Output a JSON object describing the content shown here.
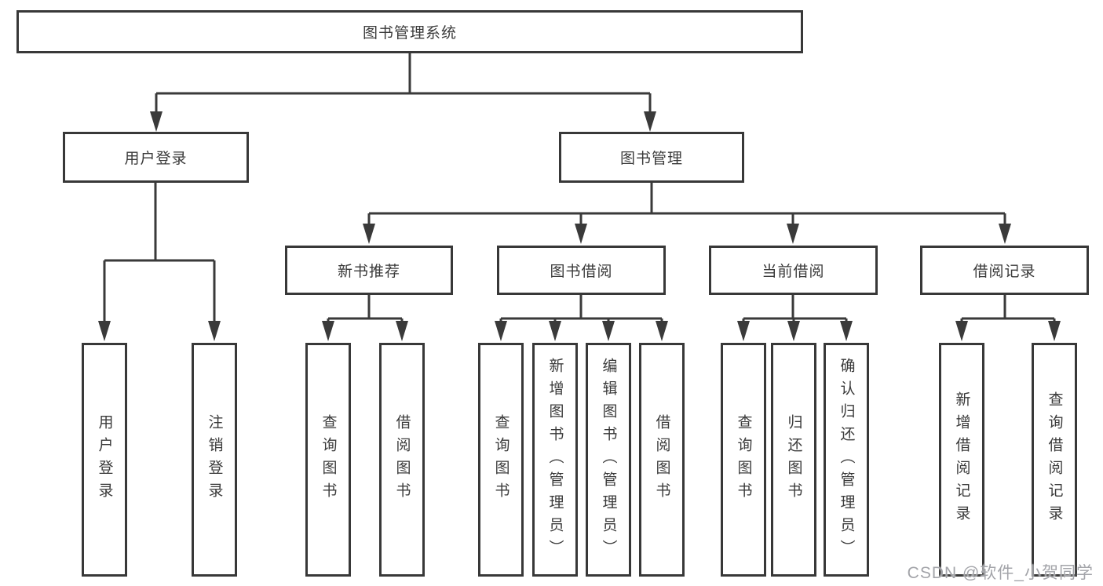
{
  "tree": {
    "root": {
      "label": "图书管理系统",
      "children": [
        {
          "label": "用户登录",
          "children": [
            {
              "label": "用户登录"
            },
            {
              "label": "注销登录"
            }
          ]
        },
        {
          "label": "图书管理",
          "children": [
            {
              "label": "新书推荐",
              "children": [
                {
                  "label": "查询图书"
                },
                {
                  "label": "借阅图书"
                }
              ]
            },
            {
              "label": "图书借阅",
              "children": [
                {
                  "label": "查询图书"
                },
                {
                  "label": "新增图书（管理员）"
                },
                {
                  "label": "编辑图书（管理员）"
                },
                {
                  "label": "借阅图书"
                }
              ]
            },
            {
              "label": "当前借阅",
              "children": [
                {
                  "label": "查询图书"
                },
                {
                  "label": "归还图书"
                },
                {
                  "label": "确认归还（管理员）"
                }
              ]
            },
            {
              "label": "借阅记录",
              "children": [
                {
                  "label": "新增借阅记录"
                },
                {
                  "label": "查询借阅记录"
                }
              ]
            }
          ]
        }
      ]
    }
  },
  "watermark": "CSDN @软件_小贺同学",
  "colors": {
    "line": "#3a3a3a",
    "box_border": "#383838",
    "box_fill": "#ffffff",
    "text": "#3a3a3a",
    "watermark": "#a3a4a9",
    "background": "#ffffff"
  }
}
